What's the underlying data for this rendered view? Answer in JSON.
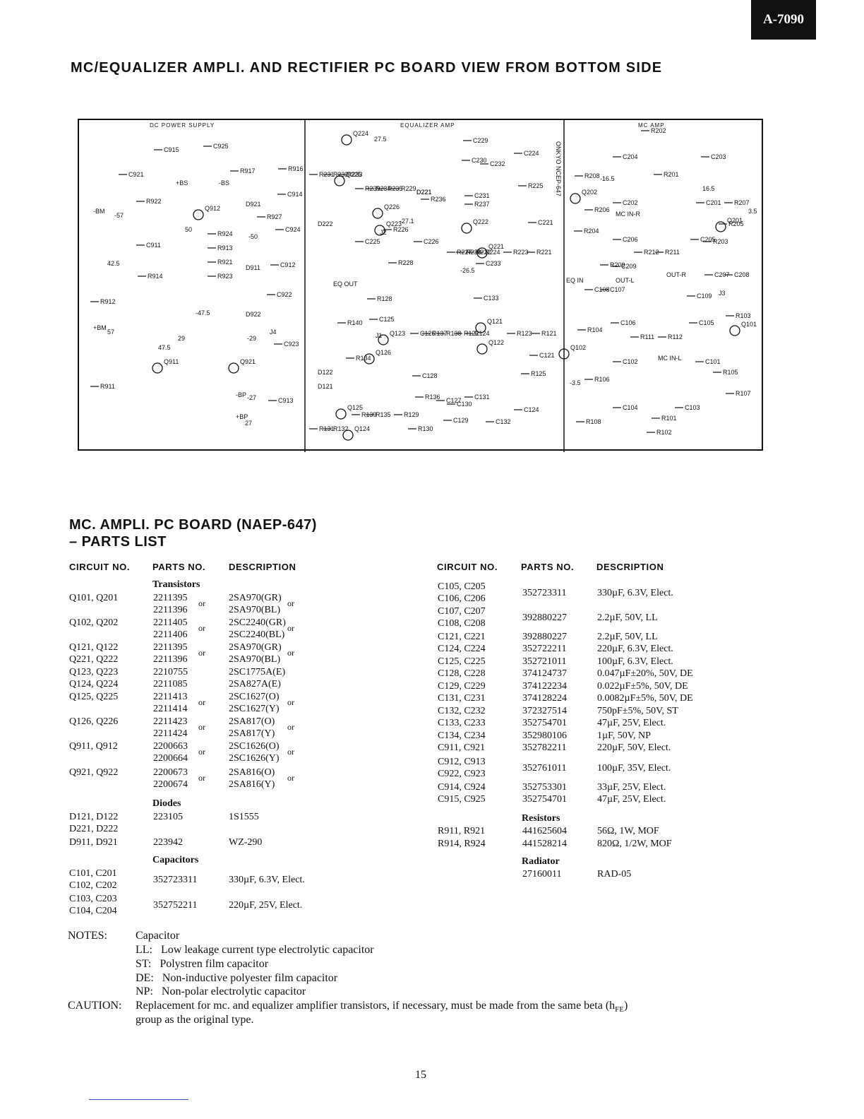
{
  "model": "A-7090",
  "page_title": "MC/EQUALIZER AMPLI. AND RECTIFIER PC BOARD VIEW FROM BOTTOM SIDE",
  "board": {
    "sections": [
      "DC POWER SUPPLY",
      "EQUALIZER AMP",
      "MC AMP"
    ],
    "board_id": "ONKYO NCEP-647",
    "labels": [
      "R922",
      "R914",
      "R912",
      "R911",
      "C921",
      "C915",
      "C925",
      "C911",
      "C914",
      "C924",
      "C912",
      "C913",
      "C922",
      "C923",
      "Q912",
      "Q911",
      "Q921",
      "R924",
      "R913",
      "R921",
      "R923",
      "R916",
      "R917",
      "R927",
      "D921",
      "D911",
      "D922",
      "R231",
      "R232",
      "R233",
      "R239",
      "R234",
      "R235",
      "R229",
      "D221",
      "R236",
      "R237",
      "R225",
      "R226",
      "R227",
      "R238",
      "R222",
      "R223",
      "R224",
      "R221",
      "R228",
      "R128",
      "R140",
      "R134",
      "R139",
      "R135",
      "R129",
      "R131",
      "R132",
      "R136",
      "R130",
      "R137",
      "R138",
      "R122",
      "R123",
      "R124",
      "R121",
      "R125",
      "C229",
      "C230",
      "C232",
      "C224",
      "C226",
      "C225",
      "C231",
      "C233",
      "C221",
      "C125",
      "C126",
      "C127",
      "C128",
      "C129",
      "C130",
      "C132",
      "C133",
      "C121",
      "C124",
      "C131",
      "Q224",
      "Q225",
      "Q226",
      "Q223",
      "Q221",
      "Q222",
      "Q124",
      "Q125",
      "Q126",
      "Q123",
      "Q121",
      "Q122",
      "R202",
      "R201",
      "R208",
      "R206",
      "R204",
      "R203",
      "R205",
      "R207",
      "R212",
      "R211",
      "R209",
      "C204",
      "C203",
      "C202",
      "C201",
      "C206",
      "C205",
      "C207",
      "C208",
      "C209",
      "C109",
      "Q202",
      "Q201",
      "R102",
      "R101",
      "R108",
      "R106",
      "R104",
      "R103",
      "R105",
      "R107",
      "R111",
      "R112",
      "C106",
      "C105",
      "C102",
      "C101",
      "C104",
      "C103",
      "C107",
      "C108",
      "Q102",
      "Q101",
      "D121",
      "D122",
      "D221",
      "D222",
      "J1",
      "J2",
      "J3",
      "J4",
      "+BM",
      "-BM",
      "+BP",
      "-BP",
      "+BS",
      "-BS",
      "MC IN-R",
      "MC IN-L",
      "OUT-R",
      "OUT-L",
      "EQ IN",
      "EQ OUT",
      "-57",
      "57",
      "42.5",
      "-47.5",
      "47.5",
      "29",
      "-29",
      "-27",
      "27",
      "27.5",
      "-27.1",
      "-26.5",
      "16.5",
      "-16.5",
      "3.5",
      "-3.5",
      "50",
      "-50"
    ]
  },
  "parts_list": {
    "title_line1": "MC. AMPLI. PC BOARD (NAEP-647)",
    "title_line2": "– PARTS LIST",
    "headers": {
      "circuit": "CIRCUIT NO.",
      "parts": "PARTS NO.",
      "desc": "DESCRIPTION"
    },
    "groups": {
      "transistors": "Transistors",
      "diodes": "Diodes",
      "capacitors": "Capacitors",
      "resistors": "Resistors",
      "radiator": "Radiator"
    },
    "or": "or",
    "left_rows": [
      [
        "Q101, Q201",
        "2211395",
        "2SA970(GR)"
      ],
      [
        "",
        "2211396",
        "2SA970(BL)"
      ],
      [
        "Q102, Q202",
        "2211405",
        "2SC2240(GR)"
      ],
      [
        "",
        "2211406",
        "2SC2240(BL)"
      ],
      [
        "Q121, Q122",
        "2211395",
        "2SA970(GR)"
      ],
      [
        "Q221, Q222",
        "2211396",
        "2SA970(BL)"
      ],
      [
        "Q123, Q223",
        "2210755",
        "2SC1775A(E)"
      ],
      [
        "Q124, Q224",
        "2211085",
        "2SA827A(E)"
      ],
      [
        "Q125, Q225",
        "2211413",
        "2SC1627(O)"
      ],
      [
        "",
        "2211414",
        "2SC1627(Y)"
      ],
      [
        "Q126, Q226",
        "2211423",
        "2SA817(O)"
      ],
      [
        "",
        "2211424",
        "2SA817(Y)"
      ],
      [
        "Q911, Q912",
        "2200663",
        "2SC1626(O)"
      ],
      [
        "",
        "2200664",
        "2SC1626(Y)"
      ],
      [
        "Q921, Q922",
        "2200673",
        "2SA816(O)"
      ],
      [
        "",
        "2200674",
        "2SA816(Y)"
      ],
      [
        "D121, D122",
        "223105",
        "1S1555"
      ],
      [
        "D221, D222",
        "",
        ""
      ],
      [
        "D911, D921",
        "223942",
        "WZ-290"
      ],
      [
        "C101, C201",
        "",
        ""
      ],
      [
        "C102, C202",
        "352723311",
        "330µF, 6.3V, Elect."
      ],
      [
        "C103, C203",
        "",
        ""
      ],
      [
        "C104, C204",
        "352752211",
        "220µF, 25V, Elect."
      ]
    ],
    "right_rows": [
      [
        "C105, C205",
        "",
        ""
      ],
      [
        "C106, C206",
        "352723311",
        "330µF, 6.3V, Elect."
      ],
      [
        "C107, C207",
        "",
        ""
      ],
      [
        "C108, C208",
        "392880227",
        "2.2µF, 50V, LL"
      ],
      [
        "C121, C221",
        "392880227",
        "2.2µF, 50V, LL"
      ],
      [
        "C124, C224",
        "352722211",
        "220µF, 6.3V, Elect."
      ],
      [
        "C125, C225",
        "352721011",
        "100µF, 6.3V, Elect."
      ],
      [
        "C128, C228",
        "374124737",
        "0.047µF±20%, 50V, DE"
      ],
      [
        "C129, C229",
        "374122234",
        "0.022µF±5%, 50V, DE"
      ],
      [
        "C131, C231",
        "374128224",
        "0.0082µF±5%, 50V, DE"
      ],
      [
        "C132, C232",
        "372327514",
        "750pF±5%, 50V, ST"
      ],
      [
        "C133, C233",
        "352754701",
        "47µF, 25V, Elect."
      ],
      [
        "C134, C234",
        "352980106",
        "1µF, 50V, NP"
      ],
      [
        "C911, C921",
        "352782211",
        "220µF, 50V, Elect."
      ],
      [
        "C912, C913",
        "",
        ""
      ],
      [
        "C922, C923",
        "352761011",
        "100µF, 35V, Elect."
      ],
      [
        "C914, C924",
        "352753301",
        "33µF, 25V, Elect."
      ],
      [
        "C915, C925",
        "352754701",
        "47µF, 25V, Elect."
      ],
      [
        "R911, R921",
        "441625604",
        "56Ω, 1W, MOF"
      ],
      [
        "R914, R924",
        "441528214",
        "820Ω, 1/2W, MOF"
      ],
      [
        "",
        "27160011",
        "RAD-05"
      ]
    ]
  },
  "notes": {
    "label": "NOTES:",
    "capacitor": "Capacitor",
    "ll": "LL:   Low leakage current type electrolytic capacitor",
    "st": "ST:   Polystren film capacitor",
    "de": "DE:   Non-inductive polyester film capacitor",
    "np": "NP:   Non-polar electrolytic capacitor",
    "caution_label": "CAUTION:",
    "caution_line1": "Replacement for mc. and equalizer amplifier transistors, if necessary, must be made from the same beta (h",
    "caution_sub": "FE",
    "caution_close": ")",
    "caution_line2": "group as the original type."
  },
  "page_number": "15"
}
